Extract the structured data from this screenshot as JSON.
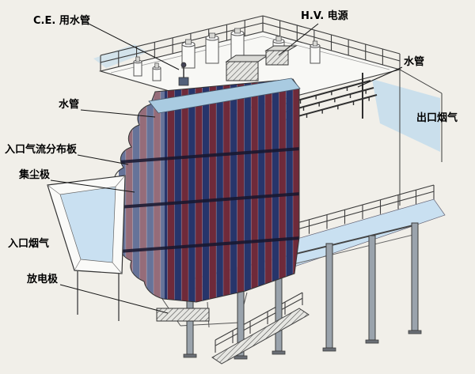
{
  "labels": {
    "ce_water_pipe": "C.E. 用水管",
    "hv_power": "H.V. 电源",
    "water_pipe_right": "水管",
    "water_pipe_left": "水管",
    "outlet_flue_gas": "出口烟气",
    "inlet_gas_distribution_plate": "入口气流分布板",
    "dust_collecting_electrode": "集尘极",
    "inlet_flue_gas": "入口烟气",
    "discharge_electrode": "放电极"
  },
  "colors": {
    "background": "#f1efe9",
    "line": "#3c3c3c",
    "plate_navy": "#27356b",
    "plate_maroon": "#6f2a3a",
    "plate_top": "#a9cbe1",
    "water_blue": "#b9d8ec",
    "floor_blue": "#c9e0f1",
    "steel": "#9aa3ac",
    "white": "#fafaf8"
  }
}
